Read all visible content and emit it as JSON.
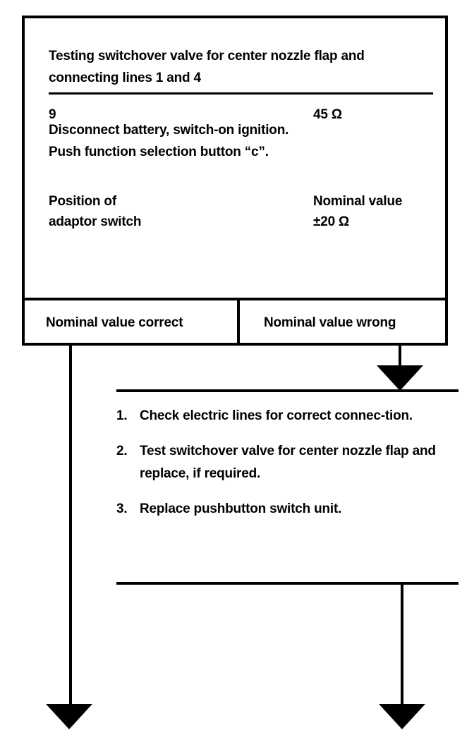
{
  "test_box": {
    "heading": "Testing switchover valve for center nozzle flap and connecting lines 1 and 4",
    "instruction_line_1": "Disconnect battery, switch-on ignition.",
    "instruction_line_2": "Push function selection button “c”.",
    "table": {
      "header_col_1_line_1": "Position of",
      "header_col_1_line_2": "adaptor switch",
      "header_col_2_line_1": "Nominal value",
      "header_col_2_line_2": "±20 Ω",
      "row_position": "9",
      "row_nominal": "45 Ω"
    }
  },
  "outcomes": {
    "correct": "Nominal value correct",
    "wrong": "Nominal value wrong"
  },
  "remedy_steps": [
    {
      "num": "1.",
      "text": "Check electric lines for correct connec-​tion."
    },
    {
      "num": "2.",
      "text": "Test switchover valve for center nozzle flap and replace, if required."
    },
    {
      "num": "3.",
      "text": "Replace pushbutton switch unit."
    }
  ],
  "colors": {
    "ink": "#000000",
    "paper": "#ffffff"
  }
}
